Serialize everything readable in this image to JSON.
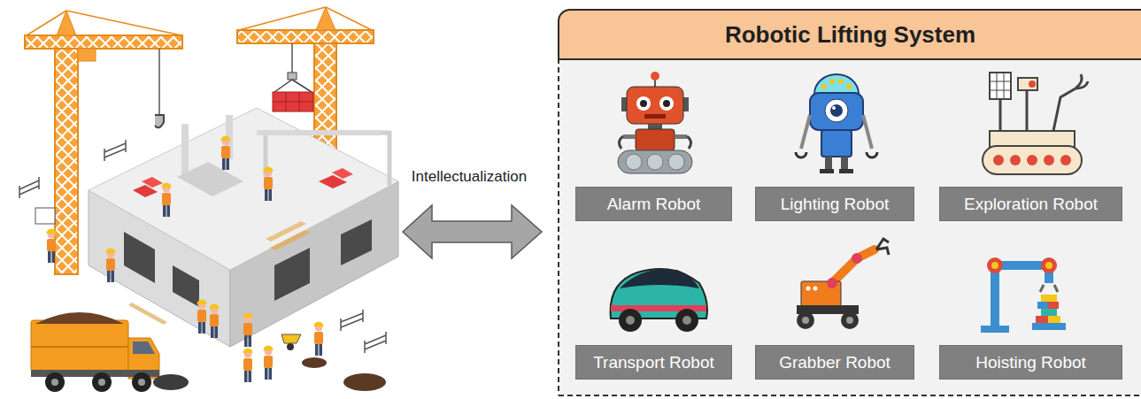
{
  "diagram": {
    "nodes": [
      {
        "text": [
          "Robotic Lifting System"
        ]
      },
      {
        "text": [
          "Alarm Robot"
        ],
        "in": 0
      },
      {
        "text": [
          "Lighting Robot"
        ],
        "in": 0
      },
      {
        "text": [
          "Exploration Robot"
        ],
        "in": 0
      },
      {
        "text": [
          "Transport Robot"
        ],
        "in": 0
      },
      {
        "text": [
          "Grabber Robot"
        ],
        "in": 0
      },
      {
        "text": [
          "Hoisting Robot"
        ],
        "in": 0
      }
    ],
    "labels": [
      "Intellectualization"
    ]
  }
}
